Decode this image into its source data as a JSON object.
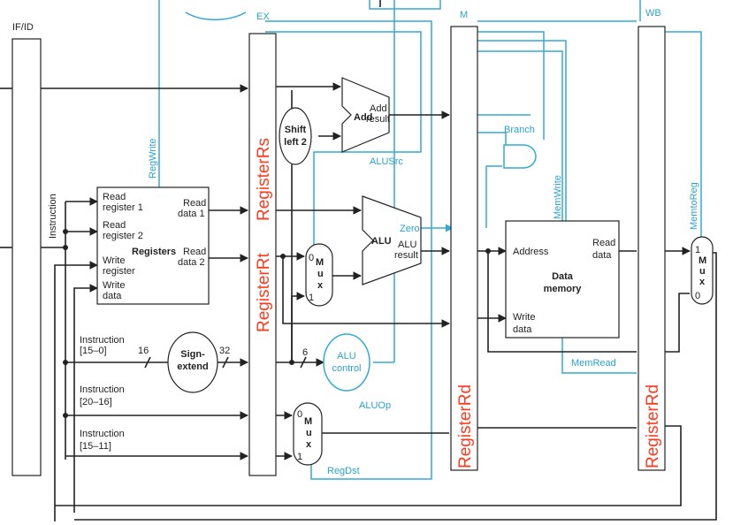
{
  "pipeline_regs": {
    "ifid": "IF/ID",
    "idex": "EX",
    "exmem": "M",
    "memwb": "WB"
  },
  "overlay": {
    "idex_rs": "RegisterRs",
    "idex_rt": "RegisterRt",
    "exmem_rd": "RegisterRd",
    "memwb_rd": "RegisterRd"
  },
  "instruction": "Instruction",
  "registers": {
    "title": "Registers",
    "read_reg1": [
      "Read",
      "register 1"
    ],
    "read_reg2": [
      "Read",
      "register 2"
    ],
    "write_reg": [
      "Write",
      "register"
    ],
    "write_data": [
      "Write",
      "data"
    ],
    "read_data1": [
      "Read",
      "data 1"
    ],
    "read_data2": [
      "Read",
      "data 2"
    ]
  },
  "fields": {
    "f15_0": [
      "Instruction",
      "[15–0]"
    ],
    "f20_16": [
      "Instruction",
      "[20–16]"
    ],
    "f15_11": [
      "Instruction",
      "[15–11]"
    ]
  },
  "sign_extend": [
    "Sign-",
    "extend"
  ],
  "bits": {
    "in": "16",
    "out": "32",
    "funct": "6"
  },
  "shift_left": [
    "Shift",
    "left 2"
  ],
  "adder": {
    "name": "Add",
    "result": [
      "Add",
      "result"
    ]
  },
  "alu": {
    "name": "ALU",
    "zero": "Zero",
    "result": [
      "ALU",
      "result"
    ]
  },
  "alu_control": [
    "ALU",
    "control"
  ],
  "mux": [
    "M",
    "u",
    "x"
  ],
  "mux_inputs": {
    "zero": "0",
    "one": "1"
  },
  "data_memory": {
    "address": "Address",
    "read_data": [
      "Read",
      "data"
    ],
    "write_data": [
      "Write",
      "data"
    ],
    "title": [
      "Data",
      "memory"
    ]
  },
  "control": {
    "regwrite": "RegWrite",
    "alusrc": "ALUSrc",
    "aluop": "ALUOp",
    "regdst": "RegDst",
    "branch": "Branch",
    "memwrite": "MemWrite",
    "memread": "MemRead",
    "memtoreg": "MemtoReg"
  }
}
